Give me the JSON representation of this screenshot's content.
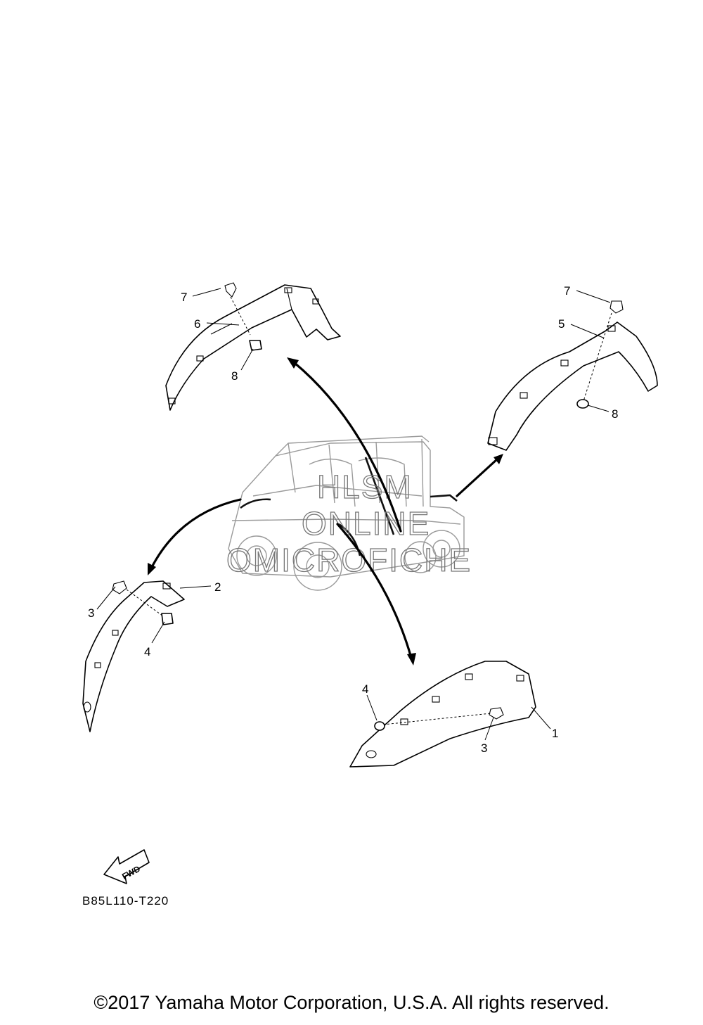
{
  "callouts": {
    "part_1": "1",
    "part_2": "2",
    "part_3_left": "3",
    "part_3_right": "3",
    "part_4_left": "4",
    "part_4_right": "4",
    "part_5": "5",
    "part_6": "6",
    "part_7_left": "7",
    "part_7_right": "7",
    "part_8_left": "8",
    "part_8_right": "8"
  },
  "fwd_label": "FWD",
  "diagram_code": "B85L110-T220",
  "watermark": {
    "line1": "HLSM",
    "line2": "ONLINE",
    "line3": "OMICROFICHE"
  },
  "copyright": "©2017 Yamaha Motor Corporation, U.S.A. All rights reserved."
}
